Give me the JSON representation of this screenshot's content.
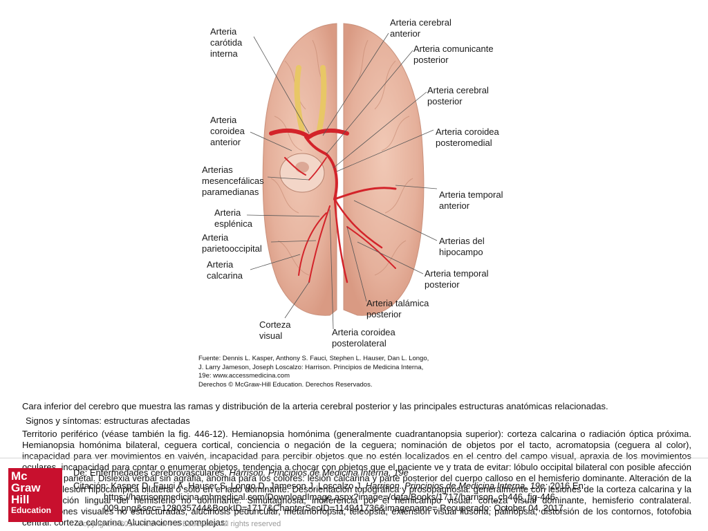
{
  "figure": {
    "labels": {
      "carotida": "Arteria\ncarótida\ninterna",
      "cerebral_anterior": "Arteria cerebral\nanterior",
      "comunicante_posterior": "Arteria comunicante\nposterior",
      "cerebral_posterior": "Arteria cerebral\nposterior",
      "coroidea_posteromedial": "Arteria coroidea\nposteromedial",
      "coroidea_anterior": "Arteria\ncoroidea\nanterior",
      "mesencefalicas": "Arterias\nmesencefálicas\nparamedianas",
      "temporal_anterior": "Arteria temporal\nanterior",
      "esplenica": "Arteria\nesplénica",
      "parietooccipital": "Arteria\nparietooccipital",
      "hipocampo": "Arterias del\nhipocampo",
      "calcarina": "Arteria\ncalcarina",
      "temporal_posterior": "Arteria temporal\nposterior",
      "talamica_posterior": "Arteria talámica\nposterior",
      "corteza_visual": "Corteza\nvisual",
      "coroidea_posterolateral": "Arteria coroidea\nposterolateral"
    },
    "source_lines": [
      "Fuente: Dennis L. Kasper, Anthony S. Fauci, Stephen L. Hauser, Dan L. Longo,",
      "J. Larry Jameson, Joseph Loscalzo: Harrison. Principios de Medicina Interna,",
      "19e: www.accessmedicina.com",
      "Derechos © McGraw-Hill Education. Derechos Reservados."
    ]
  },
  "caption": "Cara inferior del cerebro que muestra las ramas y distribución de la arteria cerebral posterior y las principales estructuras anatómicas relacionadas.",
  "subhead": "Signos y síntomas: estructuras afectadas",
  "body_text": "Territorio periférico (véase también la fig. 446-12). Hemianopsia homónima (generalmente cuadrantanopsia superior): corteza calcarina o radiación óptica próxima. Hemianopsia homónima bilateral, ceguera cortical, conciencia o negación de la ceguera; nominación de objetos por el tacto, acromatopsia (ceguera al color), incapacidad para ver movimientos en vaivén, incapacidad para percibir objetos que no estén localizados en el centro del campo visual, apraxia de los movimientos oculares, incapacidad para contar o enumerar objetos, tendencia a chocar con objetos que el paciente ve y trata de evitar: lóbulo occipital bilateral con posible afección del lóbulo parietal. Dislexia verbal sin agrafia, anomia para los colores: lesión calcarina y parte posterior del cuerpo calloso en el hemisferio dominante. Alteración de la memoria: lesión hipocámpica bilateral o sólo en el lado dominante. Desorientación topográfica y prosopagnosia: generalmente con lesiones de la corteza calcarina y la circunvolución lingual del hemisferio no dominante. Simultagnosia, indiferencia por el hemicampo visual: corteza visual dominante, hemisferio contralateral. Alucinaciones visuales no estructuradas, alucinosis peduncular, metamorfopsia, teleopsia, extensión visual ilusoria, palinopsia, distorsión de los contornos, fotofobia central: corteza calcarina. Alucinaciones complejas:",
  "overlay": {
    "de_prefix": "De: Enfermedades cerebrovasculares,",
    "de_title": "Harrison. Principios de Medicina Interna, 19e",
    "citation_prefix": "Citación: Kasper D, Fauci A, Hauser S, Longo D, Jameson J, Loscalzo J.",
    "citation_title": "Harrison. Principios de Medicina Interna, 19e;",
    "citation_suffix": " 2016 En:",
    "url_line1": "https://harrisonmedicina.mhmedical.com/DownloadImage.aspx?image=/data/Books/1717/harrison_ch446_fig-446-",
    "url_line2": "009.png&sec=128035744&BookID=1717&ChapterSecID=114941736&imagename= Recuperado: October 04, 2017",
    "copyright": "Copyright © 2017 McGraw-Hill Education. All rights reserved"
  },
  "logo": {
    "line1": "Mc",
    "line2": "Graw",
    "line3": "Hill",
    "line4": "Education"
  },
  "colors": {
    "logo_red": "#c8102e",
    "brain": "#eab9a6",
    "artery": "#d3232a",
    "carotid": "#e8c766"
  }
}
